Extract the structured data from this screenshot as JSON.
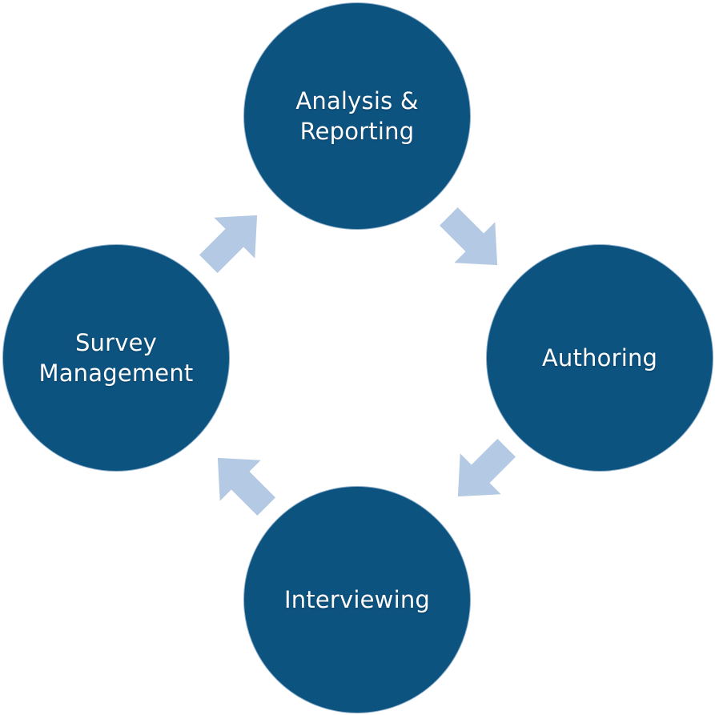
{
  "diagram": {
    "colors": {
      "node_fill": "#0d5380",
      "node_border": "#8fb0cc",
      "node_text": "#ffffff",
      "arrow_fill": "#b4c9e3"
    },
    "nodes": {
      "analysis_reporting": {
        "label": "Analysis &\nReporting"
      },
      "authoring": {
        "label": "Authoring"
      },
      "interviewing": {
        "label": "Interviewing"
      },
      "survey_management": {
        "label": "Survey\nManagement"
      }
    },
    "arrows": [
      {
        "from": "Analysis & Reporting",
        "to": "Authoring",
        "icon": "arrow-down-right-icon"
      },
      {
        "from": "Authoring",
        "to": "Interviewing",
        "icon": "arrow-down-left-icon"
      },
      {
        "from": "Interviewing",
        "to": "Survey Management",
        "icon": "arrow-up-left-icon"
      },
      {
        "from": "Survey Management",
        "to": "Analysis & Reporting",
        "icon": "arrow-up-right-icon"
      }
    ]
  }
}
